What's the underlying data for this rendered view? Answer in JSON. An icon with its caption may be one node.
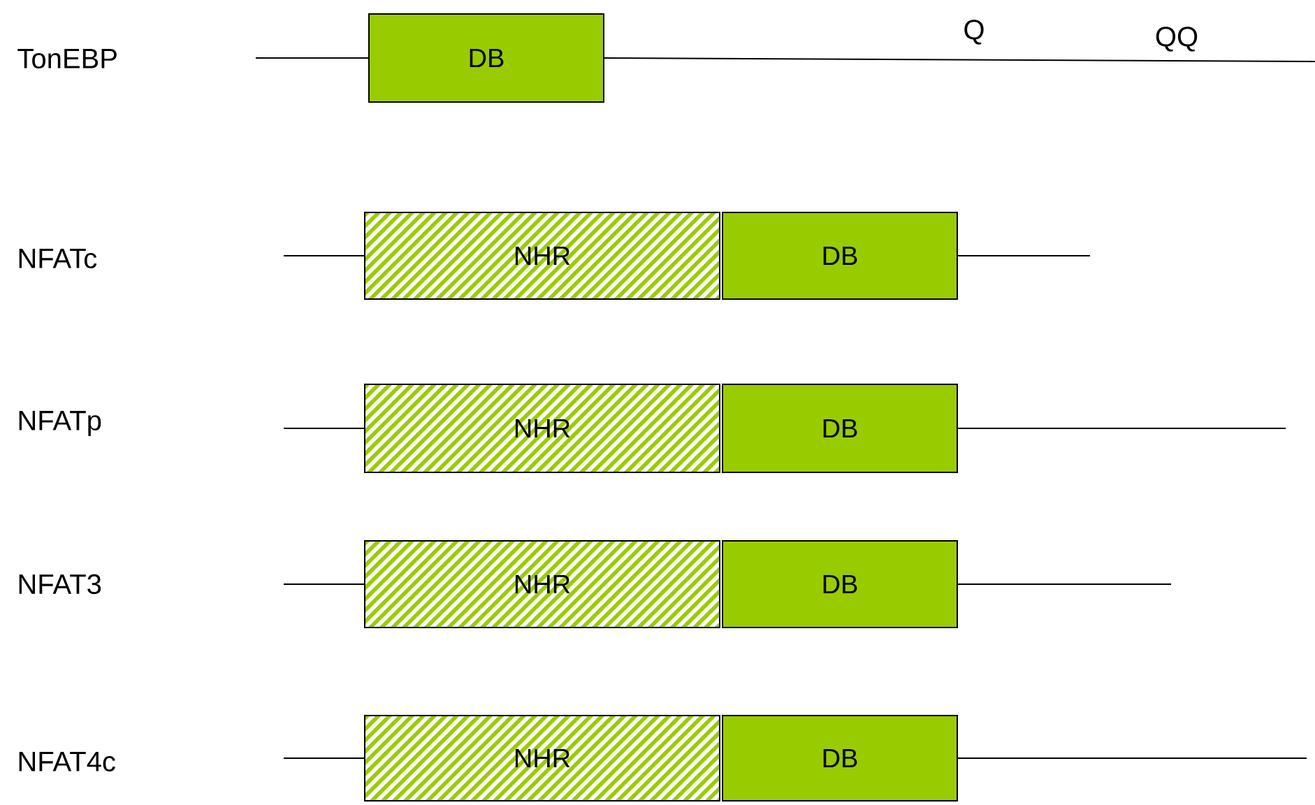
{
  "diagram": {
    "nodes": [
      {
        "text": [
          "DB"
        ]
      },
      {
        "text": [
          "NHR"
        ]
      },
      {
        "text": [
          "DB"
        ]
      },
      {
        "text": [
          "NHR"
        ]
      },
      {
        "text": [
          "DB"
        ]
      },
      {
        "text": [
          "NHR"
        ]
      },
      {
        "text": [
          "DB"
        ]
      },
      {
        "text": [
          "NHR"
        ]
      },
      {
        "text": [
          "DB"
        ]
      }
    ],
    "edges": [
      {
        "from": null,
        "to": 0,
        "arrow": "none"
      },
      {
        "from": 0,
        "to": null,
        "arrow": "none"
      },
      {
        "from": null,
        "to": 1,
        "arrow": "none"
      },
      {
        "from": 2,
        "to": null,
        "arrow": "none"
      },
      {
        "from": null,
        "to": 3,
        "arrow": "none"
      },
      {
        "from": 4,
        "to": null,
        "arrow": "none"
      },
      {
        "from": null,
        "to": 5,
        "arrow": "none"
      },
      {
        "from": 6,
        "to": null,
        "arrow": "none"
      },
      {
        "from": null,
        "to": 7,
        "arrow": "none"
      },
      {
        "from": 8,
        "to": null,
        "arrow": "none"
      }
    ],
    "labels": [
      "TonEBP",
      "NFATc",
      "NFATp",
      "NFAT3",
      "NFAT4c",
      "Q",
      "QQ"
    ]
  }
}
